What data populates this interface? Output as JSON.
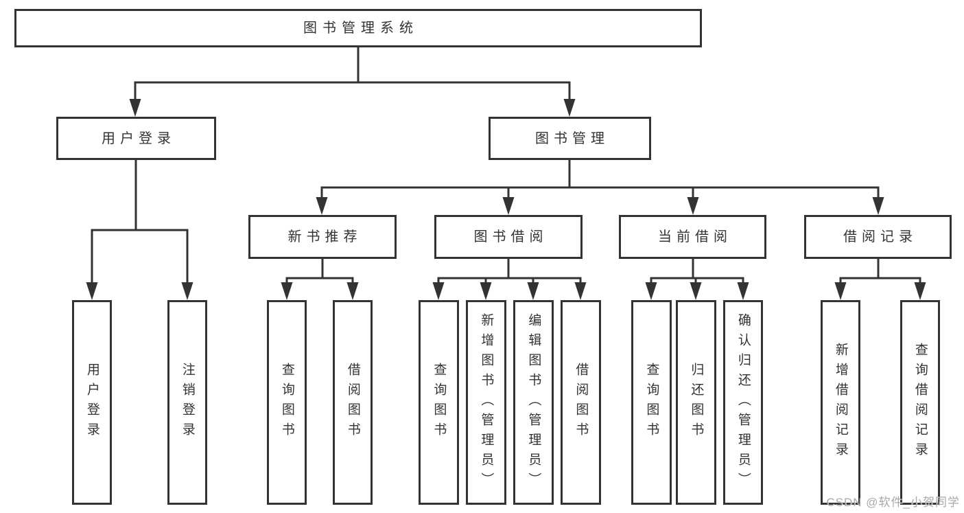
{
  "diagram": {
    "root": {
      "label": "图书管理系统"
    },
    "level2": [
      {
        "label": "用户登录"
      },
      {
        "label": "图书管理"
      }
    ],
    "level3": [
      {
        "label": "新书推荐",
        "parent": "图书管理"
      },
      {
        "label": "图书借阅",
        "parent": "图书管理"
      },
      {
        "label": "当前借阅",
        "parent": "图书管理"
      },
      {
        "label": "借阅记录",
        "parent": "图书管理"
      }
    ],
    "leaves": [
      {
        "label": "用户登录",
        "parent": "用户登录"
      },
      {
        "label": "注销登录",
        "parent": "用户登录"
      },
      {
        "label": "查询图书",
        "parent": "新书推荐"
      },
      {
        "label": "借阅图书",
        "parent": "新书推荐"
      },
      {
        "label": "查询图书",
        "parent": "图书借阅"
      },
      {
        "label": "新增图书（管理员）",
        "parent": "图书借阅"
      },
      {
        "label": "编辑图书（管理员）",
        "parent": "图书借阅"
      },
      {
        "label": "借阅图书",
        "parent": "图书借阅"
      },
      {
        "label": "查询图书",
        "parent": "当前借阅"
      },
      {
        "label": "归还图书",
        "parent": "当前借阅"
      },
      {
        "label": "确认归还（管理员）",
        "parent": "当前借阅"
      },
      {
        "label": "新增借阅记录",
        "parent": "借阅记录"
      },
      {
        "label": "查询借阅记录",
        "parent": "借阅记录"
      }
    ]
  },
  "watermark": {
    "text": "CSDN @软件_小贺同学"
  },
  "colors": {
    "line": "#333333",
    "text": "#333333",
    "background": "#ffffff",
    "watermark": "#a8a8a8"
  }
}
